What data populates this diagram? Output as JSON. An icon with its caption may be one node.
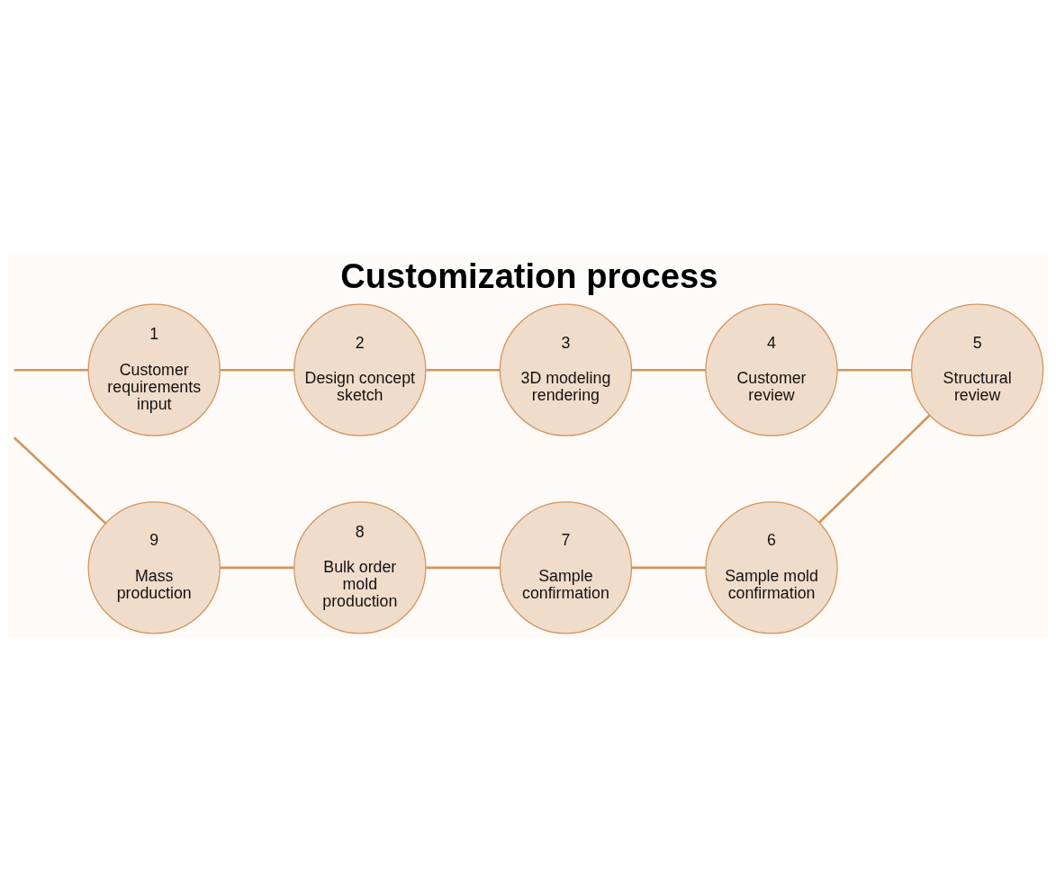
{
  "diagram": {
    "title": "Customization process",
    "nodes": [
      {
        "text": [
          "1",
          "Customer requirements input"
        ]
      },
      {
        "text": [
          "2",
          "Design concept sketch"
        ]
      },
      {
        "text": [
          "3",
          "3D modeling rendering"
        ]
      },
      {
        "text": [
          "4",
          "Customer review"
        ]
      },
      {
        "text": [
          "5",
          "Structural review"
        ]
      },
      {
        "text": [
          "6",
          "Sample mold confirmation"
        ]
      },
      {
        "text": [
          "7",
          "Sample confirmation"
        ]
      },
      {
        "text": [
          "8",
          "Bulk order mold production"
        ]
      },
      {
        "text": [
          "9",
          "Mass production"
        ]
      }
    ],
    "edges": [
      {
        "from": null,
        "to": 0,
        "arrow": "none"
      },
      {
        "from": 0,
        "to": 1,
        "arrow": "none"
      },
      {
        "from": 1,
        "to": 2,
        "arrow": "none"
      },
      {
        "from": 2,
        "to": 3,
        "arrow": "none"
      },
      {
        "from": 3,
        "to": 4,
        "arrow": "none"
      },
      {
        "from": 4,
        "to": 5,
        "arrow": "none"
      },
      {
        "from": 5,
        "to": 6,
        "arrow": "none"
      },
      {
        "from": 6,
        "to": 7,
        "arrow": "none"
      },
      {
        "from": 7,
        "to": 8,
        "arrow": "none"
      },
      {
        "from": 8,
        "to": null,
        "arrow": "none"
      }
    ]
  }
}
